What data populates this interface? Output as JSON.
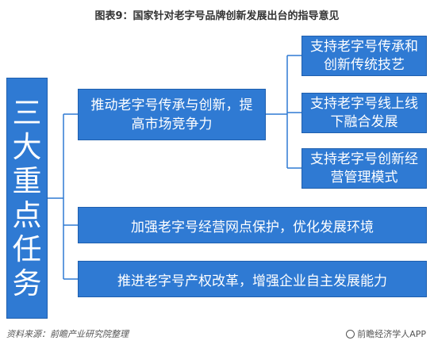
{
  "title": "图表9：国家针对老字号品牌创新发展出台的指导意见",
  "main_task": {
    "chars": [
      "三",
      "大",
      "重",
      "点",
      "任",
      "务"
    ]
  },
  "tasks": [
    {
      "label": "推动老字号传承与创新，提高市场竞争力",
      "sub": [
        "支持老字号传承和创新传统技艺",
        "支持老字号线上线下融合发展",
        "支持老字号创新经营管理模式"
      ]
    },
    {
      "label": "加强老字号经营网点保护，优化发展环境"
    },
    {
      "label": "推进老字号产权改革，增强企业自主发展能力"
    }
  ],
  "footer": {
    "source": "资料来源：前瞻产业研究院整理",
    "brand": "前瞻经济学人APP"
  },
  "colors": {
    "box_fill": "#2f7ad3",
    "line": "#2f7ad3"
  }
}
